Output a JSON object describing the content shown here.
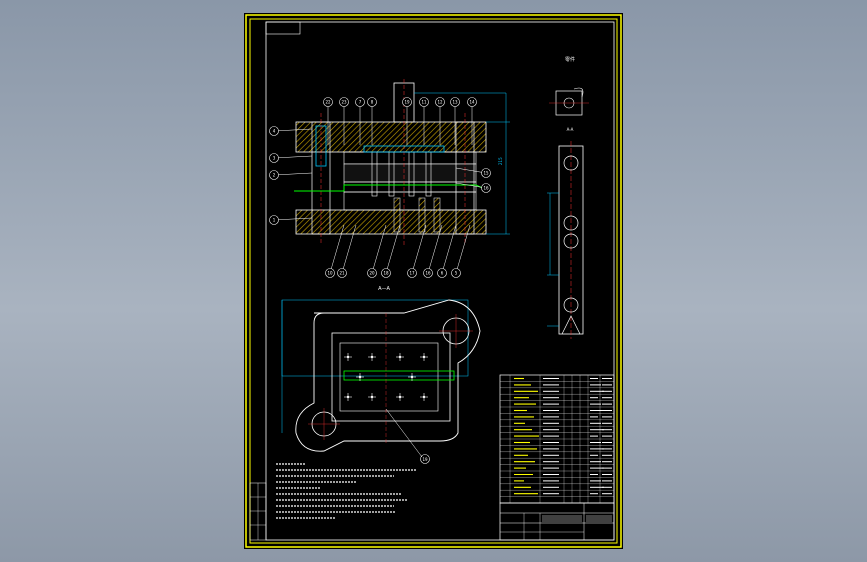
{
  "drawing": {
    "section_label": "A—A",
    "part_balloons_top": [
      "22",
      "23",
      "7",
      "8",
      "19",
      "11",
      "12",
      "13",
      "14"
    ],
    "part_balloons_left": [
      "1",
      "2",
      "3",
      "4"
    ],
    "part_balloons_right": [
      "15",
      "16"
    ],
    "part_balloons_bottom": [
      "10",
      "21",
      "20",
      "18",
      "17",
      "16",
      "6",
      "5"
    ],
    "plan_balloon": "19",
    "detail_title": "零件",
    "colors": {
      "frame": "#ffff00",
      "outline": "#ffffff",
      "dimension": "#00c8ff",
      "highlight": "#00ff00",
      "hatch": "#c0a000",
      "center": "#ff3030"
    }
  }
}
